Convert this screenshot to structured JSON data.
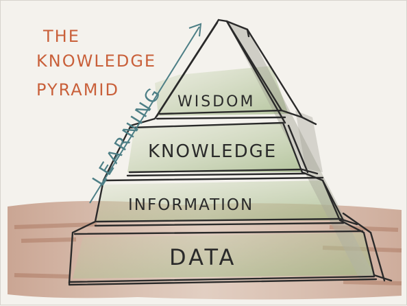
{
  "title": {
    "line1": "THE",
    "line2": "KNOWLEDGE",
    "line3": "PYRAMID"
  },
  "side_label": "LEARNING",
  "levels": [
    {
      "label": "WISDOM"
    },
    {
      "label": "KNOWLEDGE"
    },
    {
      "label": "INFORMATION"
    },
    {
      "label": "DATA"
    }
  ],
  "colors": {
    "title": "#c9603a",
    "learning": "#4d7f86",
    "ink": "#2a2a2a",
    "wash_green": "#b8c8a0",
    "wash_brown": "#b07a5e",
    "wash_grey": "#9a9a8e"
  }
}
